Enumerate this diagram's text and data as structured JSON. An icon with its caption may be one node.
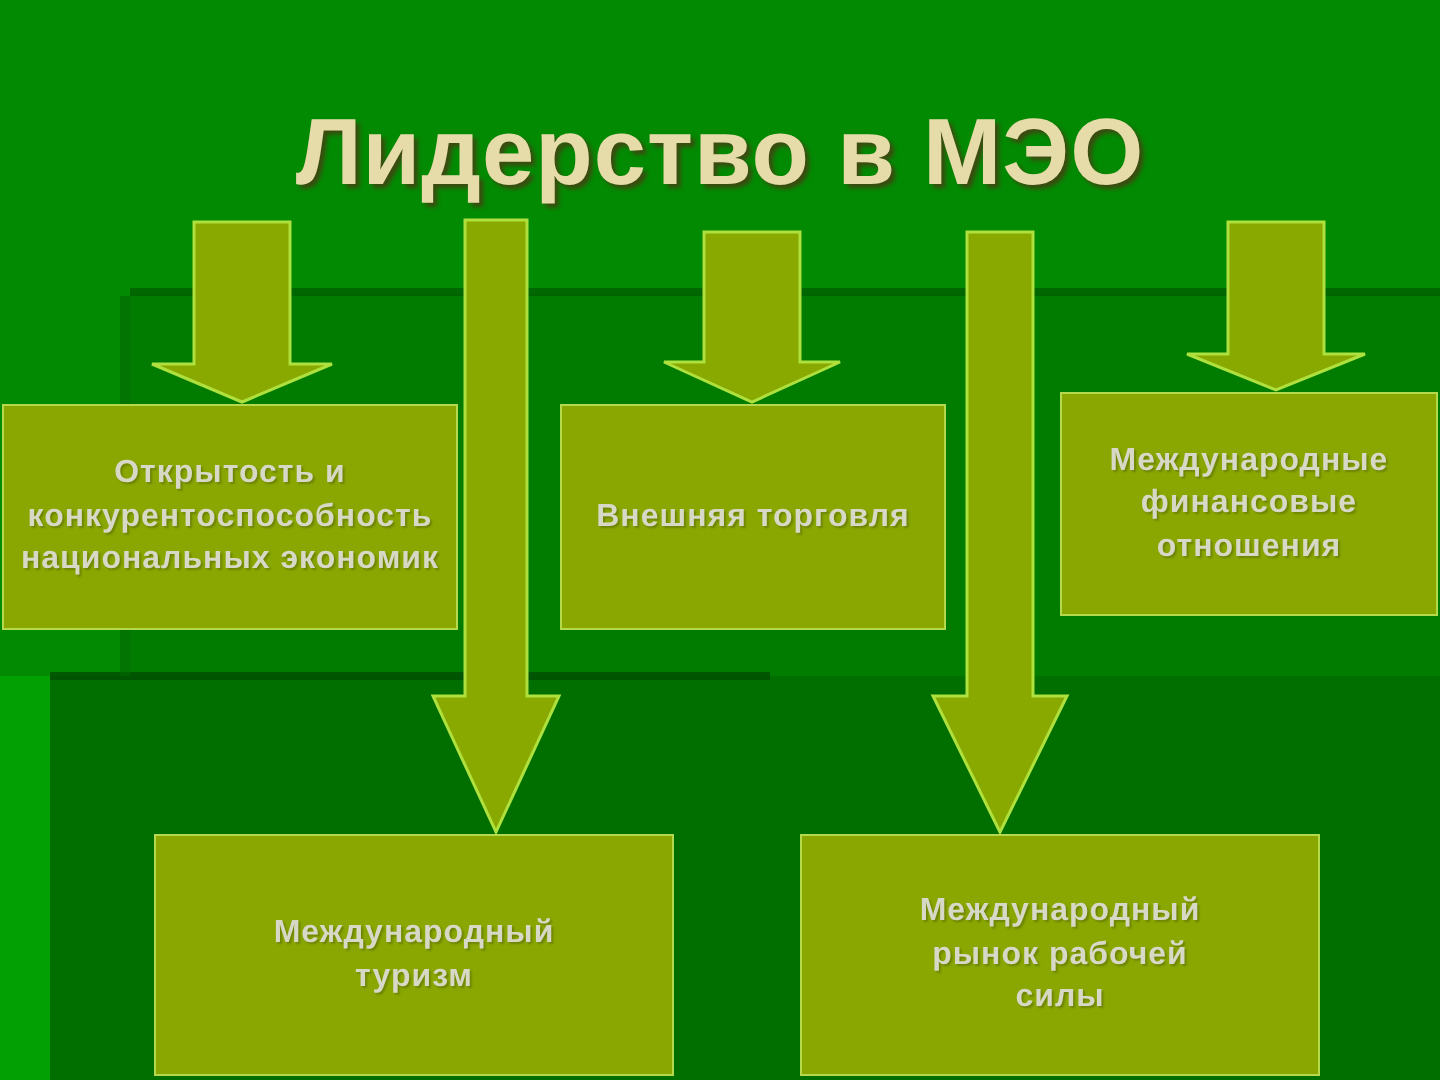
{
  "diagram": {
    "title": "Лидерство в МЭО",
    "nodes": [
      {
        "text": [
          "Открытость и конкурентоспособность национальных экономик"
        ]
      },
      {
        "text": [
          "Внешняя торговля"
        ]
      },
      {
        "text": [
          "Международные финансовые отношения"
        ]
      },
      {
        "text": [
          "Международный туризм"
        ]
      },
      {
        "text": [
          "Международный рынок рабочей силы"
        ]
      }
    ],
    "edges": [
      {
        "from": null,
        "to": 0,
        "arrow": "to"
      },
      {
        "from": null,
        "to": 3,
        "arrow": "to"
      },
      {
        "from": null,
        "to": 1,
        "arrow": "to"
      },
      {
        "from": null,
        "to": 4,
        "arrow": "to"
      },
      {
        "from": null,
        "to": 2,
        "arrow": "to"
      }
    ]
  }
}
